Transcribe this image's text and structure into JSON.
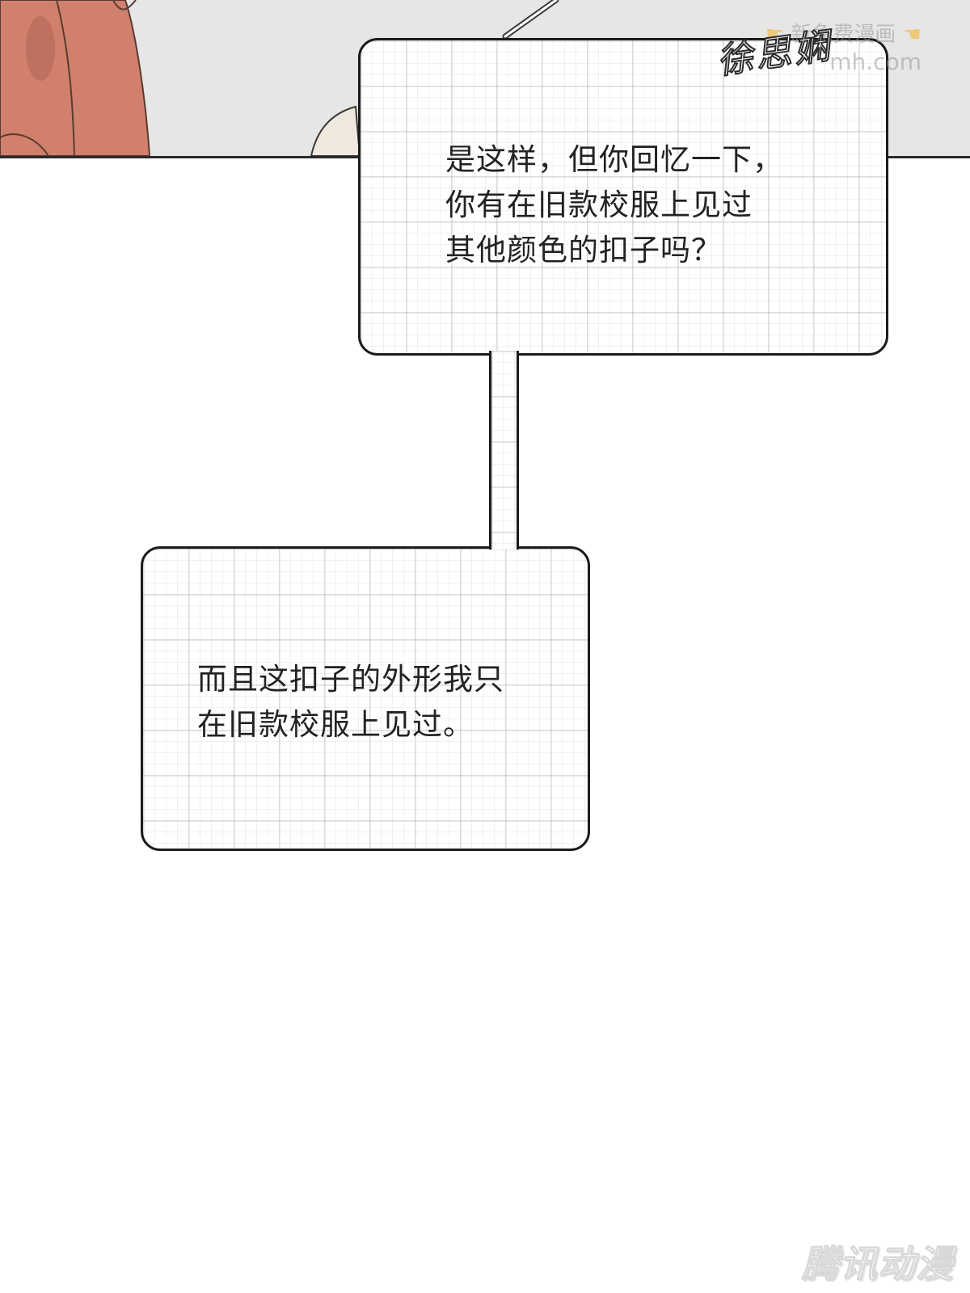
{
  "panel_top": {
    "signature": "徐思娴",
    "watermark": {
      "line1": "新免费漫画",
      "line2": "mh.com",
      "left_icon": "pointing-hand-icon",
      "right_icon": "pointing-hand-icon",
      "icon_color": "#f2b21f"
    }
  },
  "bubbles": [
    {
      "lines": [
        "是这样，但你回忆一下，",
        "你有在旧款校服上见过",
        "其他颜色的扣子吗？"
      ]
    },
    {
      "lines": [
        "而且这扣子的外形我只",
        "在旧款校服上见过。"
      ]
    }
  ],
  "footer": {
    "watermark": "腾讯动漫"
  },
  "colors": {
    "panel_background": "#e6e6e7",
    "hair": "#d0806c",
    "bubble_border": "#1c1c1c",
    "text": "#222222"
  }
}
